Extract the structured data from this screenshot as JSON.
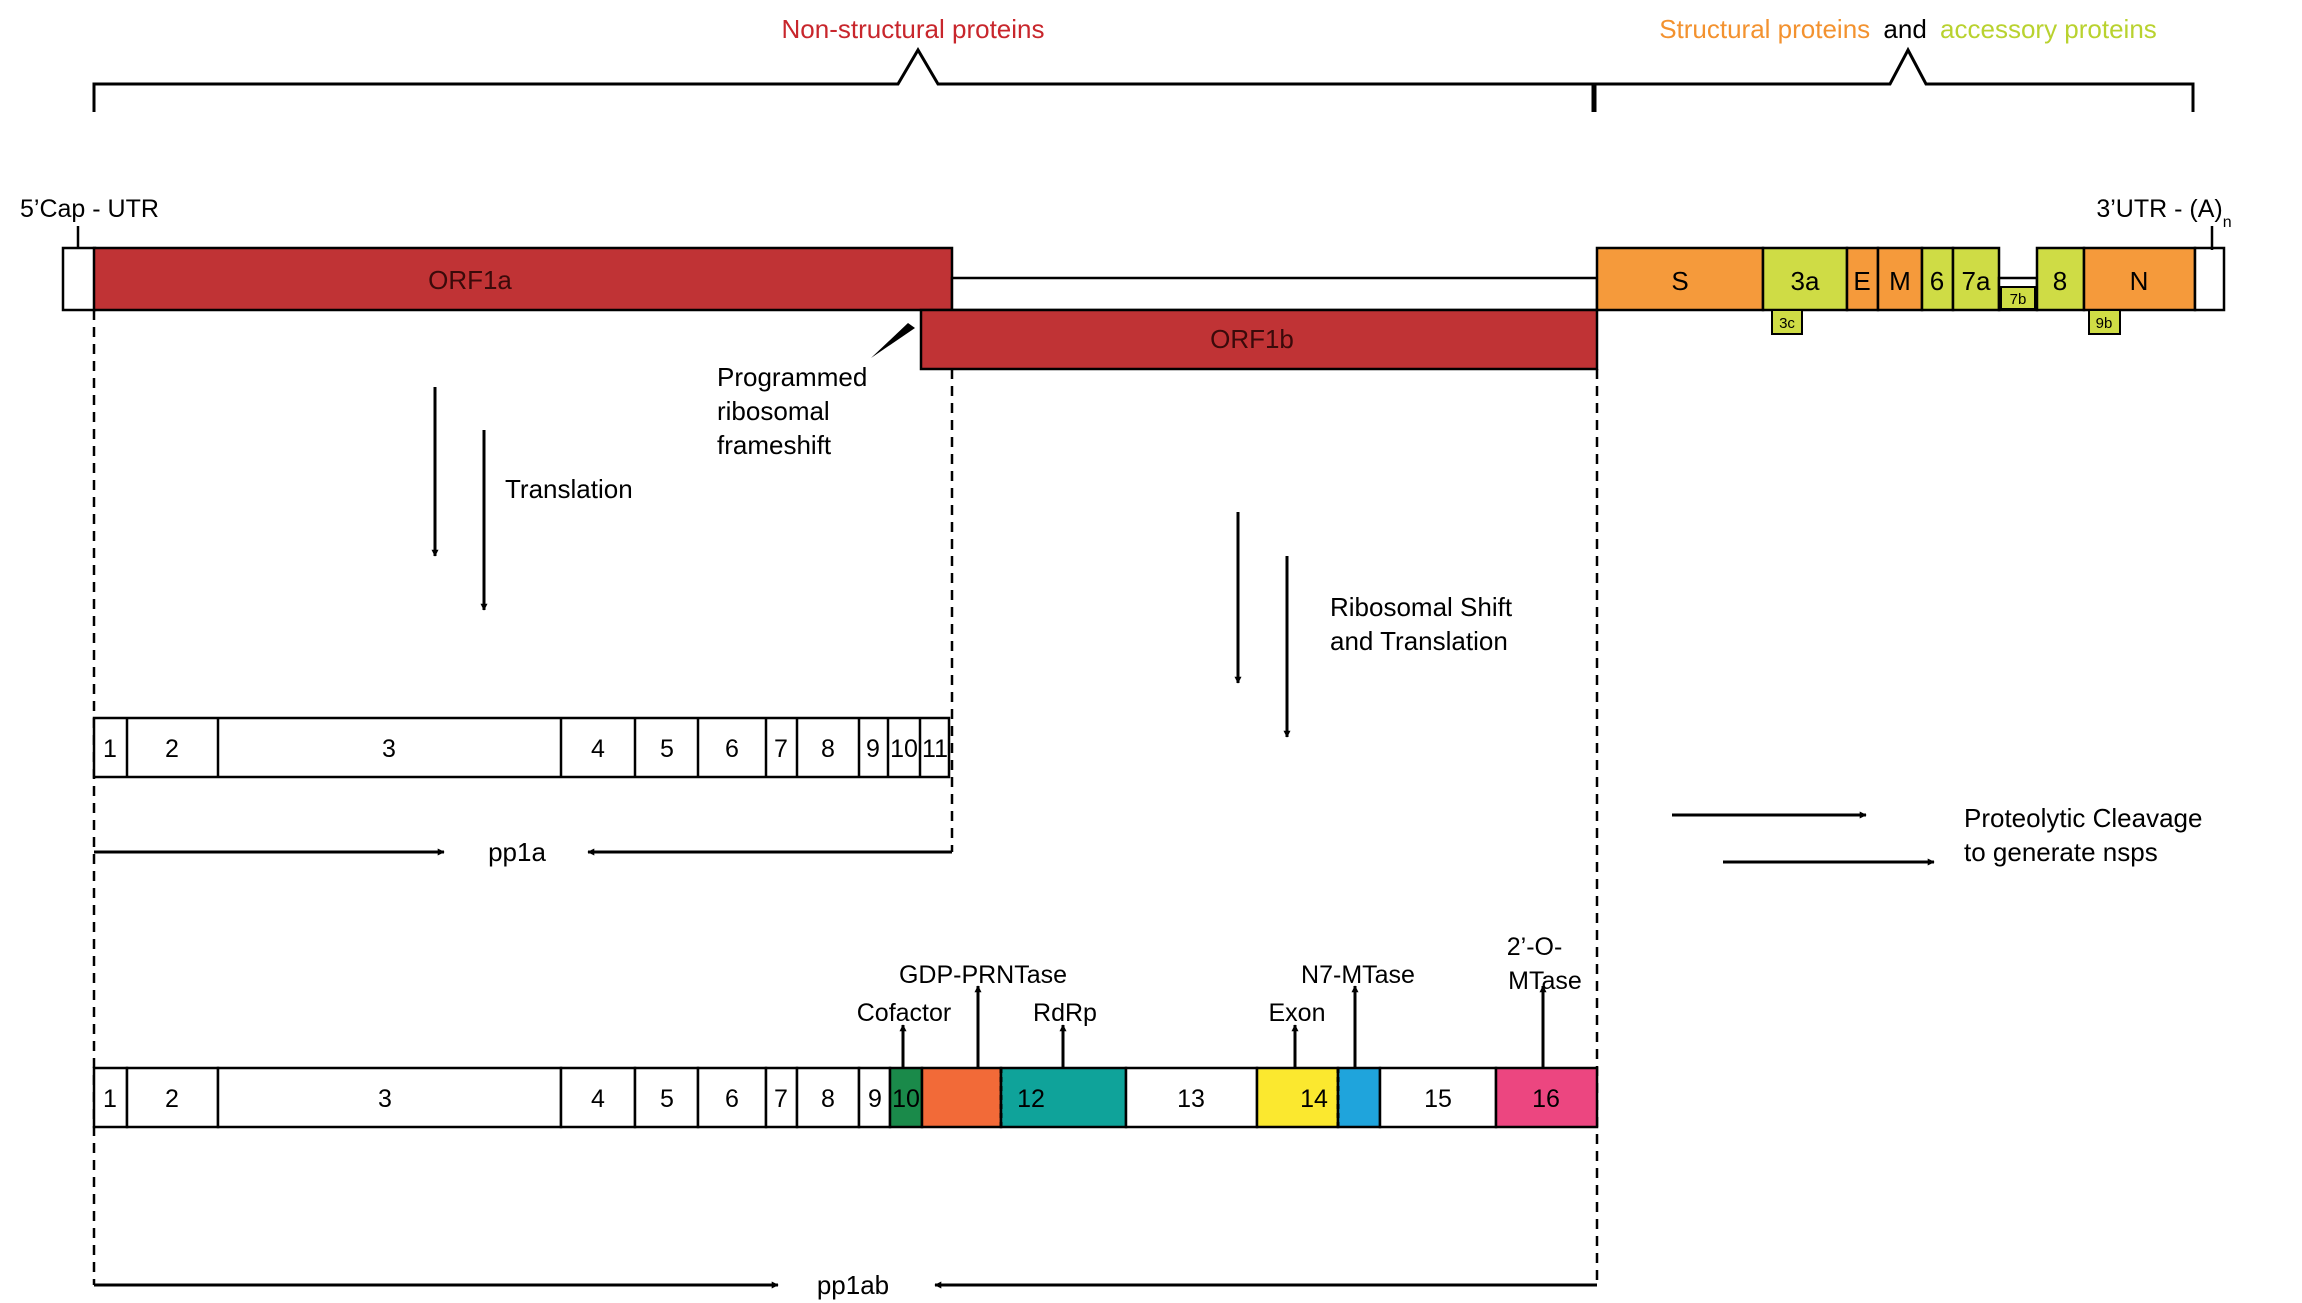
{
  "header": {
    "nonstructual": "Non-structural proteins",
    "structural": "Structural proteins",
    "and": "and",
    "accessory": "accessory proteins"
  },
  "genome": {
    "five_prime": "5’Cap - UTR",
    "three_prime": "3’UTR - (A)",
    "three_prime_sub": "n",
    "orf1a": "ORF1a",
    "orf1b": "ORF1b",
    "frameshift_lines": [
      "Programmed",
      "ribosomal",
      "frameshift"
    ],
    "structural_genes": [
      {
        "label": "S",
        "color": "#f59a3b"
      },
      {
        "label": "3a",
        "color": "#cfdc45"
      },
      {
        "label": "E",
        "color": "#f59a3b"
      },
      {
        "label": "M",
        "color": "#f59a3b"
      },
      {
        "label": "6",
        "color": "#cfdc45"
      },
      {
        "label": "7a",
        "color": "#cfdc45"
      },
      {
        "label": "8",
        "color": "#cfdc45"
      },
      {
        "label": "N",
        "color": "#f59a3b"
      }
    ],
    "overlap_genes": [
      "3c",
      "7b",
      "9b"
    ]
  },
  "steps": {
    "translation": "Translation",
    "ribosomal_shift": [
      "Ribosomal Shift",
      "and Translation"
    ],
    "cleavage": [
      "Proteolytic Cleavage",
      "to generate nsps"
    ]
  },
  "pp1a": {
    "label": "pp1a",
    "segments": [
      "1",
      "2",
      "3",
      "4",
      "5",
      "6",
      "7",
      "8",
      "9",
      "10",
      "11"
    ]
  },
  "pp1ab": {
    "label": "pp1ab",
    "segments": [
      {
        "label": "1",
        "color": "#ffffff"
      },
      {
        "label": "2",
        "color": "#ffffff"
      },
      {
        "label": "3",
        "color": "#ffffff"
      },
      {
        "label": "4",
        "color": "#ffffff"
      },
      {
        "label": "5",
        "color": "#ffffff"
      },
      {
        "label": "6",
        "color": "#ffffff"
      },
      {
        "label": "7",
        "color": "#ffffff"
      },
      {
        "label": "8",
        "color": "#ffffff"
      },
      {
        "label": "9",
        "color": "#ffffff"
      },
      {
        "label": "10",
        "color": "#1a8a4a"
      },
      {
        "label": "",
        "color": "#f26a38"
      },
      {
        "label": "12",
        "color": "#0fa39a"
      },
      {
        "label": "13",
        "color": "#ffffff"
      },
      {
        "label": "14",
        "color": "#fbe82f"
      },
      {
        "label": "",
        "color": "#1fa4dc"
      },
      {
        "label": "15",
        "color": "#ffffff"
      },
      {
        "label": "16",
        "color": "#ec4680"
      }
    ],
    "domains": {
      "cofactor": "Cofactor",
      "gdp": "GDP-PRNTase",
      "rdrp": "RdRp",
      "exon": "Exon",
      "n7": "N7-MTase",
      "omtase_lines": [
        "2’-O-",
        "MTase"
      ]
    }
  },
  "colors": {
    "orf": "#c03335",
    "nonstructural_text": "#c8262c",
    "structural_text": "#f3922f",
    "accessory_text": "#b9d22f"
  }
}
